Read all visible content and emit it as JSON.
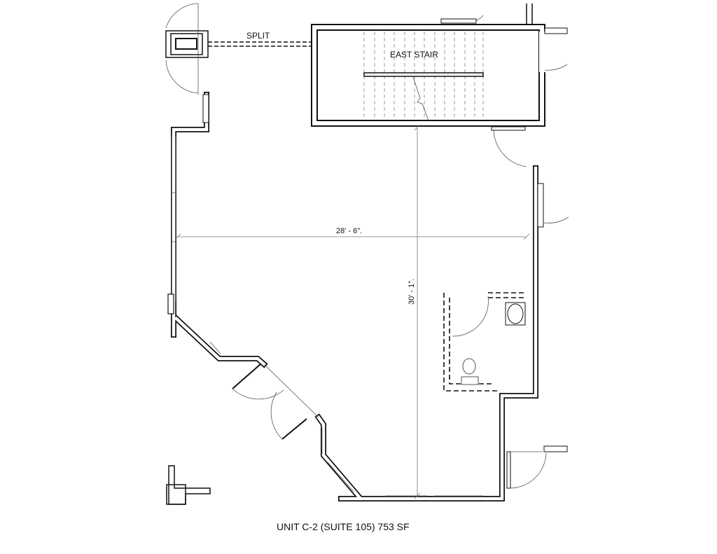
{
  "labels": {
    "split": "SPLIT",
    "east_stair": "EAST STAIR",
    "width_dimension": "28' - 6\".",
    "depth_dimension": "30' - 1\".",
    "unit_caption": "UNIT C-2 (SUITE 105) 753 SF"
  },
  "colors": {
    "line": "#111111",
    "background": "#ffffff"
  }
}
